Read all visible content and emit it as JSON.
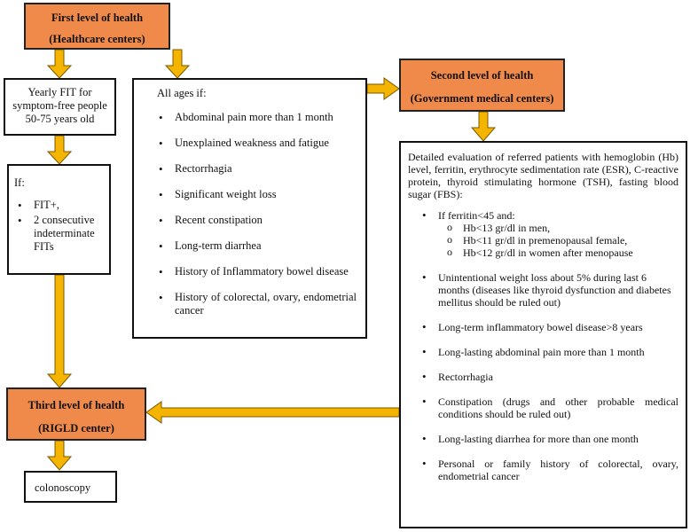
{
  "level1": {
    "title": "First level of health",
    "subtitle": "(Healthcare centers)"
  },
  "level2": {
    "title": "Second level of health",
    "subtitle": "(Government medical centers)"
  },
  "level3": {
    "title": "Third level of health",
    "subtitle": "(RIGLD center)"
  },
  "fit_box": {
    "text": "Yearly FIT for symptom-free people 50-75 years old"
  },
  "if_box": {
    "heading": "If:",
    "items": [
      "FIT+,",
      "2 consecutive indeterminate FITs"
    ]
  },
  "ages_box": {
    "heading": "All ages if:",
    "items": [
      "Abdominal pain more than 1 month",
      "Unexplained weakness and fatigue",
      "Rectorrhagia",
      "Significant weight loss",
      "Recent constipation",
      "Long-term diarrhea",
      "History of Inflammatory bowel disease",
      "History of colorectal, ovary, endometrial cancer"
    ]
  },
  "eval_box": {
    "intro": "Detailed evaluation of referred patients with hemoglobin (Hb) level, ferritin, erythrocyte sedimentation rate (ESR), C-reactive protein, thyroid stimulating hormone (TSH), fasting blood sugar (FBS):",
    "ferritin": "If ferritin<45 and:",
    "sub_items": [
      "Hb<13 gr/dl in men,",
      "Hb<11 gr/dl in premenopausal female,",
      "Hb<12 gr/dl in women after menopause"
    ],
    "items": [
      "Unintentional weight loss about 5% during last 6 months (diseases like thyroid dysfunction and diabetes mellitus should be ruled out)",
      "Long-term inflammatory bowel disease>8 years",
      "Long-lasting abdominal pain more than 1 month",
      "Rectorrhagia",
      "Constipation (drugs and other probable medical conditions should be ruled out)",
      "Long-lasting diarrhea for more than one month",
      "Personal or family history of colorectal, ovary, endometrial cancer"
    ]
  },
  "colonoscopy": {
    "text": "colonoscopy"
  },
  "colors": {
    "orange": "#f08a4b",
    "arrow_fill": "#f5b400",
    "arrow_stroke": "#7a5a00"
  }
}
